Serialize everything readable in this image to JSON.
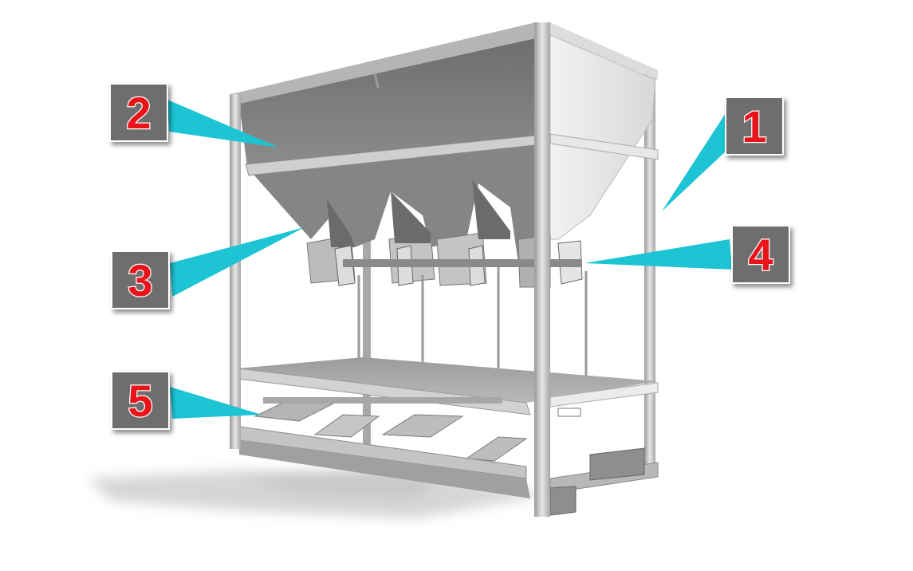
{
  "callouts": [
    {
      "id": "frame",
      "label": "1"
    },
    {
      "id": "hopper",
      "label": "2"
    },
    {
      "id": "outlet",
      "label": "3"
    },
    {
      "id": "gate-arm",
      "label": "4"
    },
    {
      "id": "chute",
      "label": "5"
    }
  ],
  "colors": {
    "callout_box": "#6e6e6e",
    "callout_number": "#e8141a",
    "pointer": "#1cc4d4",
    "frame_steel": "#c8c8c8",
    "hopper_steel": "#7a7a7a"
  }
}
